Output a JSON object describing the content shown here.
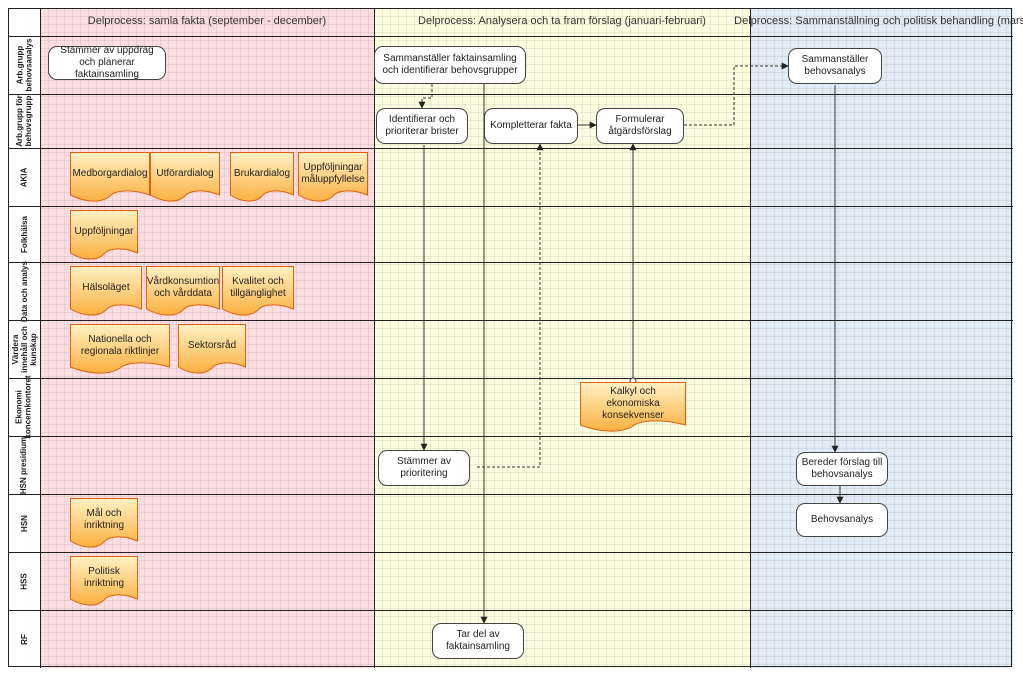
{
  "phases": [
    {
      "title": "Delprocess: samla fakta (september - december)"
    },
    {
      "title": "Delprocess: Analysera och ta fram förslag (januari-februari)"
    },
    {
      "title": "Delprocess: Sammanställning och politisk behandling (mars)"
    }
  ],
  "lanes": [
    {
      "label": [
        "Arb.grupp",
        "behovsanalys"
      ]
    },
    {
      "label": [
        "Arb.grupp för",
        "behovsgrupp"
      ]
    },
    {
      "label": [
        "AKIA"
      ]
    },
    {
      "label": [
        "Folkhälsa"
      ]
    },
    {
      "label": [
        "Data och analys"
      ]
    },
    {
      "label": [
        "Värdera",
        "innehåll och",
        "kunskap"
      ]
    },
    {
      "label": [
        "Ekonomi",
        "koncernkontoret"
      ]
    },
    {
      "label": [
        "HSN presidium"
      ]
    },
    {
      "label": [
        "HSN"
      ]
    },
    {
      "label": [
        "HSS"
      ]
    },
    {
      "label": [
        "RF"
      ]
    }
  ],
  "processes": [
    {
      "id": "p1",
      "text": "Stämmer av uppdrag och planerar faktainsamling"
    },
    {
      "id": "p2",
      "text": "Sammanställer faktainsamling och identifierar behovsgrupper"
    },
    {
      "id": "p3",
      "text": "Sammanställer behovsanalys"
    },
    {
      "id": "p4",
      "text": "Identifierar och prioriterar brister"
    },
    {
      "id": "p5",
      "text": "Kompletterar fakta"
    },
    {
      "id": "p6",
      "text": "Formulerar åtgärdsförslag"
    },
    {
      "id": "p7",
      "text": "Stämmer av prioritering"
    },
    {
      "id": "p8",
      "text": "Bereder förslag till behovsanalys"
    },
    {
      "id": "p9",
      "text": "Behovsanalys"
    },
    {
      "id": "p10",
      "text": "Tar del av faktainsamling"
    }
  ],
  "documents": [
    {
      "id": "d1",
      "text": "Medborgardialog"
    },
    {
      "id": "d2",
      "text": "Utförardialog"
    },
    {
      "id": "d3",
      "text": "Brukardialog"
    },
    {
      "id": "d4",
      "text": "Uppföljningar måluppfyllelse"
    },
    {
      "id": "d5",
      "text": "Uppföljningar"
    },
    {
      "id": "d6",
      "text": "Hälsoläget"
    },
    {
      "id": "d7",
      "text": "Vårdkonsumtion och vårddata"
    },
    {
      "id": "d8",
      "text": "Kvalitet och tillgänglighet"
    },
    {
      "id": "d9",
      "text": "Nationella och regionala riktlinjer"
    },
    {
      "id": "d10",
      "text": "Sektorsråd"
    },
    {
      "id": "d11",
      "text": "Kalkyl och ekonomiska konsekvenser"
    },
    {
      "id": "d12",
      "text": "Mål och inriktning"
    },
    {
      "id": "d13",
      "text": "Politisk inriktning"
    }
  ],
  "colors": {
    "phase_a": "#fbdde2",
    "phase_b": "#fdfde0",
    "phase_c": "#e1ecf7",
    "doc_top": "#fff1c4",
    "doc_bottom": "#fbb040",
    "doc_border": "#e06010"
  }
}
